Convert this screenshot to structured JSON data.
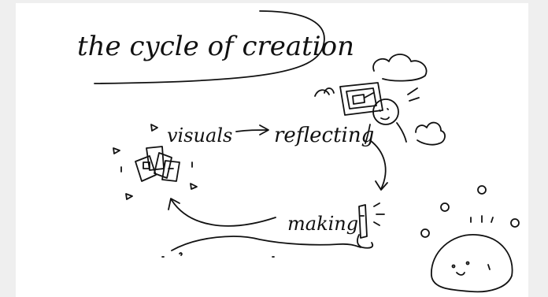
{
  "title": "the cycle of creation",
  "stages": {
    "visuals": "visuals",
    "reflecting": "reflecting",
    "making": "making"
  },
  "colors": {
    "ink": "#111111",
    "background": "#ffffff",
    "frame": "#efefef"
  }
}
